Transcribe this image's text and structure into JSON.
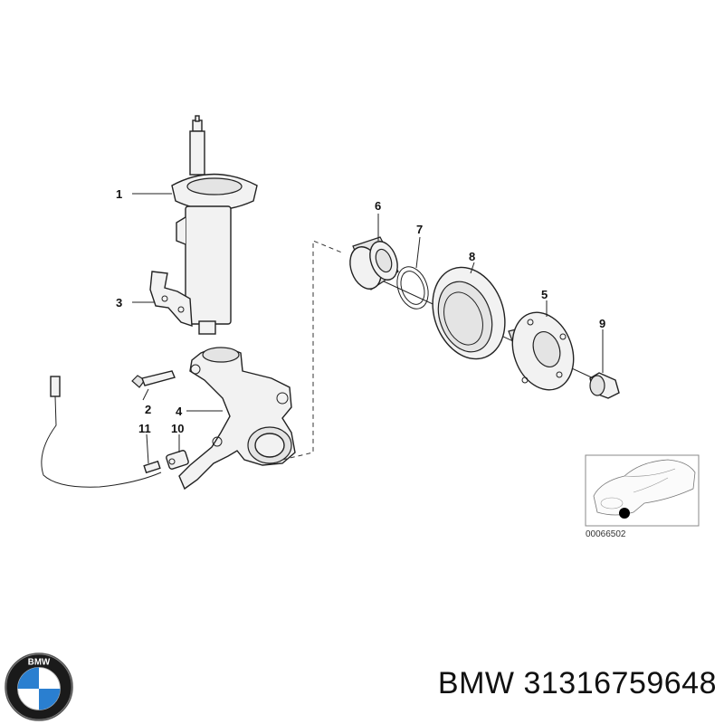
{
  "callouts": {
    "c1": "1",
    "c2": "2",
    "c3": "3",
    "c4": "4",
    "c5": "5",
    "c6": "6",
    "c7": "7",
    "c8": "8",
    "c9": "9",
    "c10": "10",
    "c11": "11"
  },
  "inset": {
    "ref_number": "00066502"
  },
  "footer": {
    "brand": "BMW",
    "part_number": "31316759648"
  },
  "logo": {
    "icon": "bmw-roundel-icon",
    "text": "BMW",
    "colors": {
      "blue": "#2a7fd0",
      "white": "#ffffff",
      "ring": "#1a1a1a"
    }
  }
}
